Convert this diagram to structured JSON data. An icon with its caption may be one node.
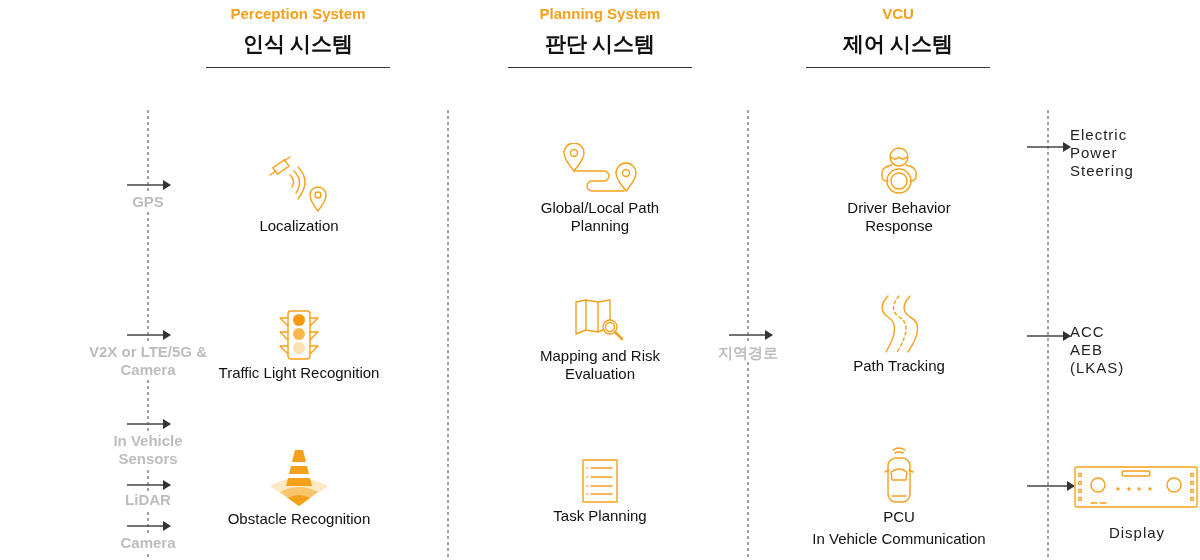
{
  "diagram": {
    "nodes": [
      {
        "text": [
          "Localization"
        ]
      },
      {
        "text": [
          "Traffic Light Recognition"
        ]
      },
      {
        "text": [
          "Obstacle Recognition"
        ]
      },
      {
        "text": [
          "Global/Local Path Planning"
        ]
      },
      {
        "text": [
          "Mapping and Risk Evaluation"
        ]
      },
      {
        "text": [
          "Task Planning"
        ]
      },
      {
        "text": [
          "Driver Behavior Response"
        ]
      },
      {
        "text": [
          "Path Tracking"
        ]
      },
      {
        "text": [
          "PCU",
          "In Vehicle Communication"
        ]
      },
      {
        "text": [
          "Electric Power Steering"
        ]
      },
      {
        "text": [
          "ACC",
          "AEB",
          "(LKAS)"
        ]
      },
      {
        "text": [
          "Display"
        ]
      }
    ],
    "edges": [
      {
        "from": null,
        "to": 9,
        "arrow": "to"
      },
      {
        "from": null,
        "to": 10,
        "arrow": "to"
      },
      {
        "from": null,
        "to": 11,
        "arrow": "to"
      }
    ],
    "labels": [
      "Perception System",
      "인식 시스템",
      "Planning System",
      "판단 시스템",
      "VCU",
      "제어 시스템",
      "GPS",
      "V2X or LTE/5G & Camera",
      "In Vehicle Sensors",
      "LiDAR",
      "Camera",
      "지역경로"
    ]
  }
}
